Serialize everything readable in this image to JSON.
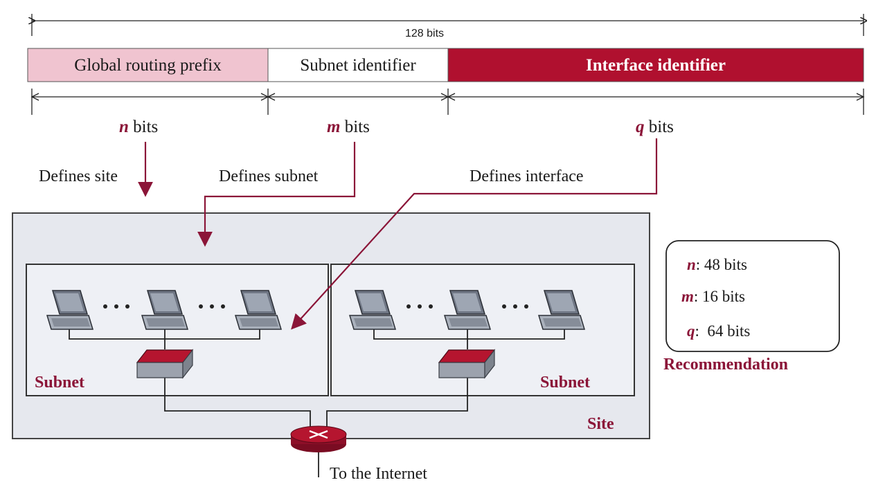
{
  "address": {
    "total_label": "128 bits",
    "segments": [
      {
        "label": "Global routing prefix",
        "bits_var": "n",
        "bits_word": "bits",
        "defines": "Defines site",
        "color": "#f0c4d0"
      },
      {
        "label": "Subnet identifier",
        "bits_var": "m",
        "bits_word": "bits",
        "defines": "Defines subnet",
        "color": "#ffffff"
      },
      {
        "label": "Interface identifier",
        "bits_var": "q",
        "bits_word": "bits",
        "defines": "Defines interface",
        "color": "#b0102f"
      }
    ]
  },
  "network": {
    "subnet_labels": [
      "Subnet",
      "Subnet"
    ],
    "site_label": "Site",
    "internet_label": "To the Internet"
  },
  "recommendation": {
    "rows": [
      {
        "var": "n",
        "text": ": 48 bits"
      },
      {
        "var": "m",
        "text": ": 16 bits"
      },
      {
        "var": "q",
        "text": ":  64 bits"
      }
    ],
    "title": "Recommendation"
  },
  "colors": {
    "accent": "#8b1538",
    "site_bg": "#e6e8ee",
    "switch": "#b5152f"
  },
  "icons": [
    "laptop-icon",
    "switch-icon",
    "router-icon",
    "arrow-icon"
  ]
}
